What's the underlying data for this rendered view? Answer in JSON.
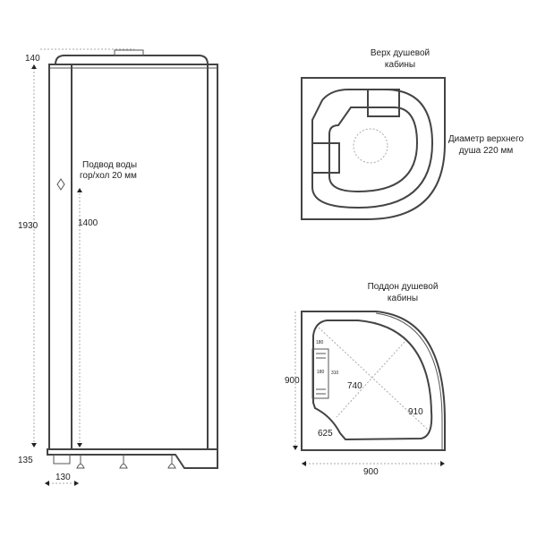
{
  "front_view": {
    "dim_top": "140",
    "dim_height": "1930",
    "dim_inlet_height": "1400",
    "water_inlet_label_1": "Подвод воды",
    "water_inlet_label_2": "гор/хол 20 мм",
    "dim_base": "135",
    "dim_drain": "130"
  },
  "top_view": {
    "title_1": "Верх душевой",
    "title_1b": "кабины",
    "shower_label_1": "Диаметр верхнего",
    "shower_label_2": "душа 220 мм"
  },
  "tray_view": {
    "title_1": "Поддон душевой",
    "title_2": "кабины",
    "dim_side": "900",
    "dim_bottom": "900",
    "dim_diag_inner": "740",
    "dim_radius": "910",
    "dim_cut": "625",
    "dim_step_width": "180",
    "dim_step_inner": "180",
    "dim_step_len": "310"
  }
}
